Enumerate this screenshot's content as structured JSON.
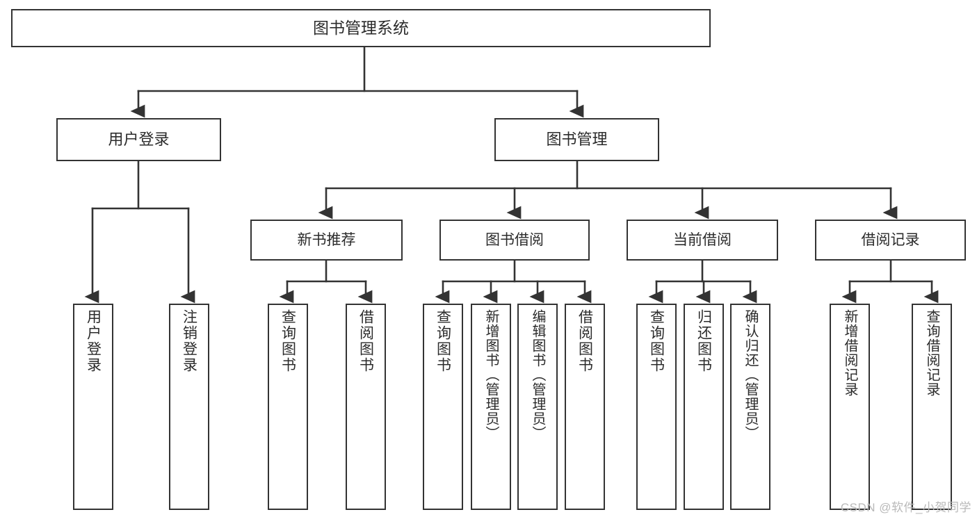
{
  "diagram": {
    "title": "图书管理系统",
    "type": "tree-hierarchy",
    "watermark": "CSDN @软件_小贺同学",
    "colors": {
      "stroke": "#333333",
      "text": "#2b2b2b",
      "background": "#ffffff",
      "watermark": "#b9b9b9"
    },
    "root": {
      "label": "图书管理系统"
    },
    "level1": [
      {
        "key": "user-login",
        "label": "用户登录"
      },
      {
        "key": "book-manage",
        "label": "图书管理"
      }
    ],
    "level2": [
      {
        "key": "new-book-rec",
        "label": "新书推荐"
      },
      {
        "key": "book-borrow",
        "label": "图书借阅"
      },
      {
        "key": "current-loan",
        "label": "当前借阅"
      },
      {
        "key": "loan-record",
        "label": "借阅记录"
      }
    ],
    "leaves": [
      {
        "key": "user-login-action",
        "parent": "user-login",
        "label": "用户登录"
      },
      {
        "key": "user-logout-action",
        "parent": "user-login",
        "label": "注销登录"
      },
      {
        "key": "query-book-rec",
        "parent": "new-book-rec",
        "label": "查询图书"
      },
      {
        "key": "borrow-book-rec",
        "parent": "new-book-rec",
        "label": "借阅图书"
      },
      {
        "key": "query-book-borrow",
        "parent": "book-borrow",
        "label": "查询图书"
      },
      {
        "key": "add-book-admin",
        "parent": "book-borrow",
        "label": "新增图书（管理员）"
      },
      {
        "key": "edit-book-admin",
        "parent": "book-borrow",
        "label": "编辑图书（管理员）"
      },
      {
        "key": "borrow-book",
        "parent": "book-borrow",
        "label": "借阅图书"
      },
      {
        "key": "query-book-loan",
        "parent": "current-loan",
        "label": "查询图书"
      },
      {
        "key": "return-book",
        "parent": "current-loan",
        "label": "归还图书"
      },
      {
        "key": "confirm-return-admin",
        "parent": "current-loan",
        "label": "确认归还（管理员）"
      },
      {
        "key": "add-loan-record",
        "parent": "loan-record",
        "label": "新增借阅记录"
      },
      {
        "key": "query-loan-record",
        "parent": "loan-record",
        "label": "查询借阅记录"
      }
    ]
  }
}
